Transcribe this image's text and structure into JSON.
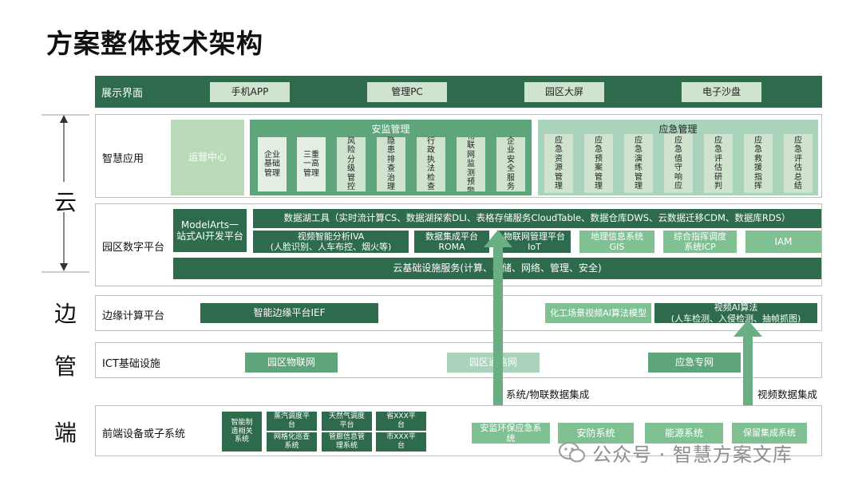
{
  "title": "方案整体技术架构",
  "tiers": {
    "cloud": "云",
    "edge": "边",
    "pipe": "管",
    "end": "端"
  },
  "display": {
    "label": "展示界面",
    "items": [
      "手机APP",
      "管理PC",
      "园区大屏",
      "电子沙盘"
    ]
  },
  "smart_app": {
    "label": "智慧应用",
    "ops_center": "运营中心",
    "safety": {
      "title": "安监管理",
      "items": [
        "企业基础管理",
        "三重一高管理",
        "风险分级管控",
        "隐患排查治理",
        "行政执法检查",
        "物联网监测预警",
        "企业安全服务"
      ]
    },
    "emergency": {
      "title": "应急管理",
      "items": [
        "应急资源管理",
        "应急预案管理",
        "应急演练管理",
        "应急值守响应",
        "应急评估研判",
        "应急救援指挥",
        "应急评估总结"
      ]
    }
  },
  "digital_platform": {
    "label": "园区数字平台",
    "modelarts": "ModelArts一站式AI开发平台",
    "data_lake": "数据湖工具（实时流计算CS、数据湖探索DLI、表格存储服务CloudTable、数据仓库DWS、云数据迁移CDM、数据库RDS）",
    "iva": "视频智能分析IVA\n(人脸识别、人车布控、烟火等)",
    "roma": "数据集成平台ROMA",
    "iot": "物联网管理平台IoT",
    "gis": "地理信息系统GIS",
    "icp": "综合指挥调度系统ICP",
    "iam": "IAM",
    "cloud_infra": "云基础设施服务(计算、存储、网络、管理、安全)"
  },
  "edge": {
    "label": "边缘计算平台",
    "ief": "智能边缘平台IEF",
    "chem": "化工场景视频AI算法模型",
    "video_ai": "视频AI算法\n(人车检测、入侵检测、抽帧抓图)"
  },
  "ict": {
    "label": "ICT基础设施",
    "items": [
      "园区物联网",
      "园区通信网",
      "应急专网"
    ]
  },
  "frontend": {
    "label": "前端设备或子系统",
    "small": [
      "智能制造相关系统",
      "蒸汽调度平台",
      "天然气调度平台",
      "省XXX平台",
      "网格化巡查系统",
      "管廊信息管理系统",
      "市XXX平台"
    ],
    "items": [
      "安监环保应急系统",
      "安防系统",
      "能源系统",
      "保留集成系统"
    ]
  },
  "arrows": {
    "left": "系统/物联数据集成",
    "right": "视频数据集成"
  },
  "watermark": "公众号 · 智慧方案文库",
  "colors": {
    "dark": "#2e6b4c",
    "mid": "#5fa57b",
    "pale": "#cfe3cf"
  }
}
